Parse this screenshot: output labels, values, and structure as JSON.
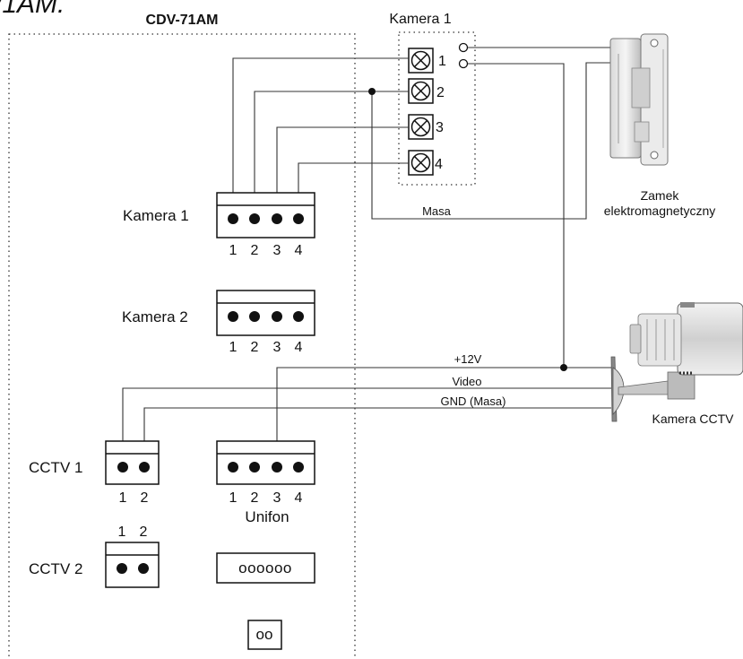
{
  "header_fragment": "/1AM.",
  "main_title": "CDV-71AM",
  "camera_panel_title": "Kamera 1",
  "camera_panel_terminals": [
    "1",
    "2",
    "3",
    "4"
  ],
  "connectors": {
    "kamera1": {
      "label": "Kamera 1",
      "pins": [
        "1",
        "2",
        "3",
        "4"
      ]
    },
    "kamera2": {
      "label": "Kamera 2",
      "pins": [
        "1",
        "2",
        "3",
        "4"
      ]
    },
    "cctv1": {
      "label": "CCTV 1",
      "pins": [
        "1",
        "2"
      ]
    },
    "unifon": {
      "label": "Unifon",
      "pins": [
        "1",
        "2",
        "3",
        "4"
      ]
    },
    "cctv2": {
      "label": "CCTV 2",
      "pins": [
        "1",
        "2"
      ]
    },
    "six_pin": {
      "text": "oooooo"
    },
    "two_pin": {
      "text": "oo"
    }
  },
  "wire_labels": {
    "masa": "Masa",
    "plus12v": "+12V",
    "video": "Video",
    "gnd": "GND (Masa)"
  },
  "devices": {
    "lock_line1": "Zamek",
    "lock_line2": "elektromagnetyczny",
    "cctv_camera": "Kamera CCTV"
  }
}
